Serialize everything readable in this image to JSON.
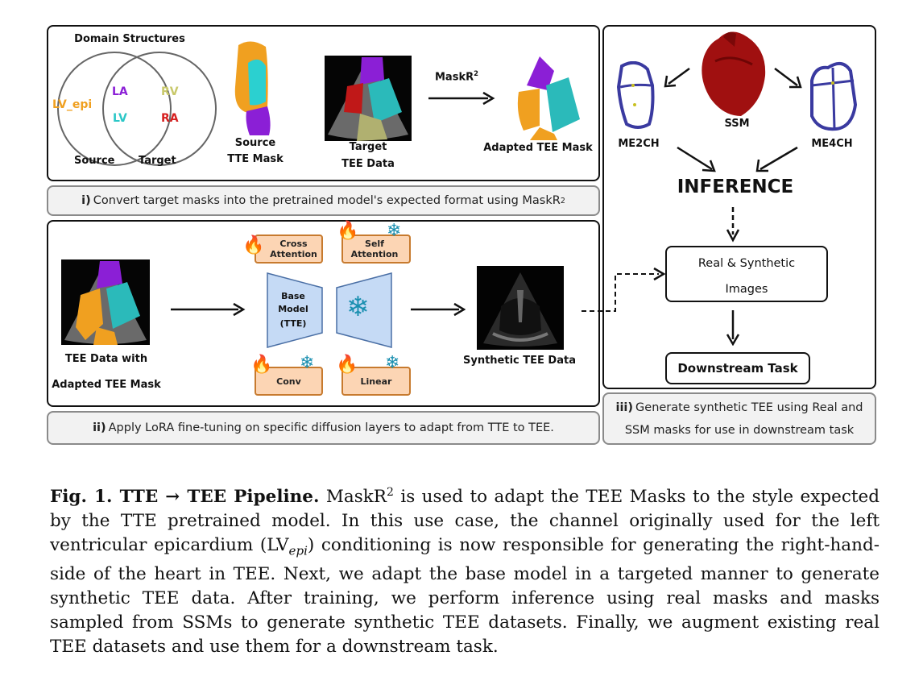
{
  "panel_i": {
    "venn_title": "Domain Structures",
    "venn_source": "Source",
    "venn_target": "Target",
    "lv_epi": "LV_epi",
    "la": "LA",
    "lv": "LV",
    "rv": "RV",
    "ra": "RA",
    "source_tte_mask_line1": "Source",
    "source_tte_mask_line2": "TTE Mask",
    "target_tee_line1": "Target",
    "target_tee_line2": "TEE Data",
    "mask_r2": "MaskR",
    "mask_r2_sup": "2",
    "adapted_tee_mask": "Adapted TEE Mask",
    "caption_num": "i)",
    "caption_text": "Convert target masks into the pretrained model's expected format using MaskR",
    "caption_sup": "2"
  },
  "panel_ii": {
    "tee_data_line1": "TEE Data with",
    "tee_data_line2": "Adapted TEE Mask",
    "cross_attention": "Cross Attention",
    "self_attention": "Self Attention",
    "conv": "Conv",
    "linear": "Linear",
    "base_model_line1": "Base",
    "base_model_line2": "Model",
    "base_model_line3": "(TTE)",
    "synthetic_tee": "Synthetic TEE Data",
    "caption_num": "ii)",
    "caption_text": "Apply LoRA fine-tuning on specific diffusion layers to adapt from TTE to TEE."
  },
  "panel_iii": {
    "me2ch": "ME2CH",
    "ssm": "SSM",
    "me4ch": "ME4CH",
    "inference": "INFERENCE",
    "real_synth_line1": "Real & Synthetic",
    "real_synth_line2": "Images",
    "downstream": "Downstream Task",
    "caption_num": "iii)",
    "caption_line1": "Generate synthetic TEE using Real and",
    "caption_line2": "SSM masks for use in downstream task"
  },
  "figure_caption": {
    "label": "Fig. 1. TTE → TEE Pipeline.",
    "body_part1": " MaskR",
    "body_sup": "2",
    "body_part2": " is used to adapt the TEE Masks to the style expected by the TTE pretrained model. In this use case, the channel originally used for the left ventricular epicardium (LV",
    "body_sub": "epi",
    "body_part3": ") conditioning is now responsible for generating the right-hand-side of the heart in TEE. Next, we adapt the base model in a targeted manner to generate synthetic TEE data. After training, we perform inference using real masks and masks sampled from SSMs to generate synthetic TEE datasets. Finally, we augment existing real TEE datasets and use them for a downstream task."
  },
  "colors": {
    "la": "#8b1fd6",
    "lv": "#2bc7c7",
    "rv": "#c8c86a",
    "ra": "#d61f1f",
    "lv_epi": "#f0a020"
  },
  "icons": [
    "fire-icon",
    "snowflake-icon",
    "heart-model-icon"
  ]
}
